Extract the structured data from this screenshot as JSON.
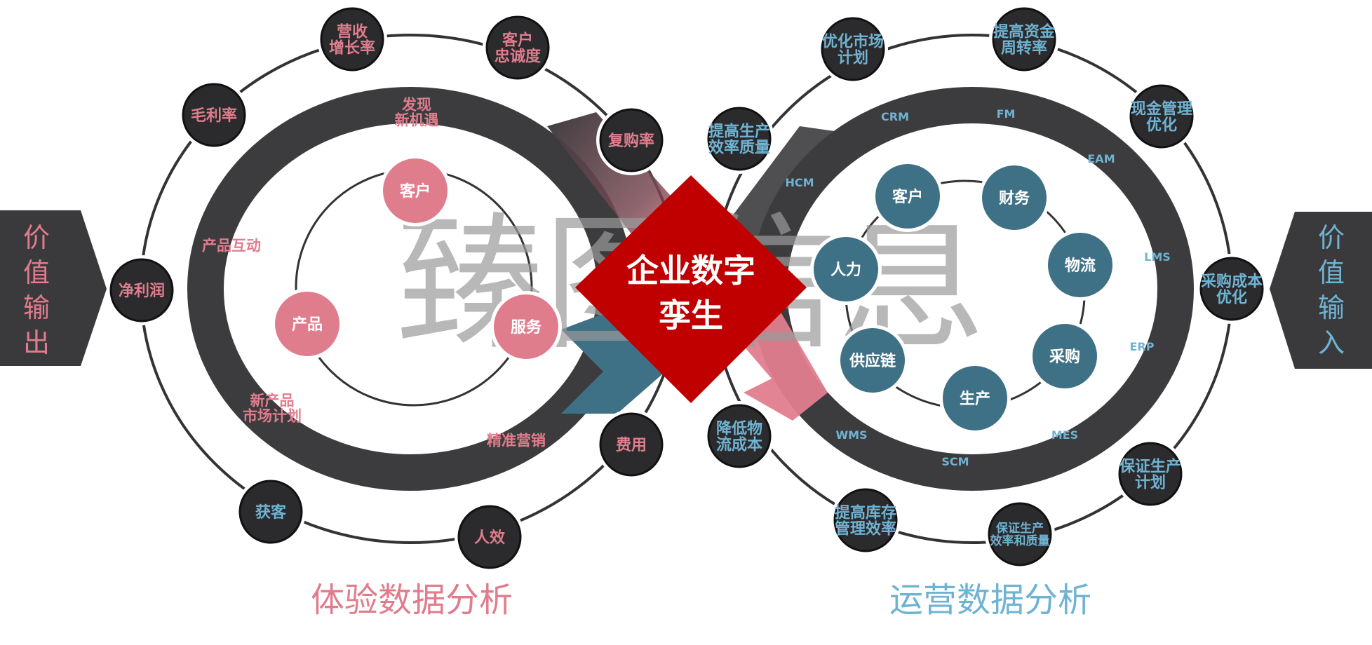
{
  "center": {
    "line1": "企业数字",
    "line2": "孪生"
  },
  "watermark": "臻图信息",
  "side_tabs": {
    "left": [
      "价",
      "值",
      "输",
      "出"
    ],
    "right": [
      "价",
      "值",
      "输",
      "入"
    ]
  },
  "section_titles": {
    "left": "体验数据分析",
    "right": "运营数据分析"
  },
  "left_outer_nodes": [
    {
      "lines": [
        "营收",
        "增长率"
      ],
      "color": "pink"
    },
    {
      "lines": [
        "客户",
        "忠诚度"
      ],
      "color": "pink"
    },
    {
      "lines": [
        "毛利率"
      ],
      "color": "pink"
    },
    {
      "lines": [
        "复购率"
      ],
      "color": "pink"
    },
    {
      "lines": [
        "净利润"
      ],
      "color": "pink"
    },
    {
      "lines": [
        "费用"
      ],
      "color": "pink"
    },
    {
      "lines": [
        "获客"
      ],
      "color": "blue"
    },
    {
      "lines": [
        "人效"
      ],
      "color": "pink"
    }
  ],
  "right_outer_nodes": [
    {
      "lines": [
        "优化市场",
        "计划"
      ],
      "color": "blue"
    },
    {
      "lines": [
        "提高资金",
        "周转率"
      ],
      "color": "blue"
    },
    {
      "lines": [
        "提高生产",
        "效率质量"
      ],
      "color": "blue"
    },
    {
      "lines": [
        "现金管理",
        "优化"
      ],
      "color": "blue"
    },
    {
      "lines": [
        "采购成本",
        "优化"
      ],
      "color": "blue"
    },
    {
      "lines": [
        "降低物",
        "流成本"
      ],
      "color": "blue"
    },
    {
      "lines": [
        "保证生产",
        "计划"
      ],
      "color": "blue"
    },
    {
      "lines": [
        "提高库存",
        "管理效率"
      ],
      "color": "blue"
    },
    {
      "lines": [
        "保证生产",
        "效率和质量"
      ],
      "color": "blue"
    }
  ],
  "left_loop_labels": [
    {
      "lines": [
        "发现",
        "新机遇"
      ]
    },
    {
      "lines": [
        "产品互动"
      ]
    },
    {
      "lines": [
        "新产品",
        "市场计划"
      ]
    },
    {
      "lines": [
        "精准营销"
      ]
    }
  ],
  "right_loop_labels": [
    "CRM",
    "FM",
    "EAM",
    "HCM",
    "LMS",
    "ERP",
    "WMS",
    "SCM",
    "MES"
  ],
  "left_inner_nodes": [
    "客户",
    "产品",
    "服务"
  ],
  "right_inner_nodes": [
    "客户",
    "财务",
    "人力",
    "物流",
    "供应链",
    "采购",
    "生产"
  ],
  "colors": {
    "loop_dark": "#3c3c3e",
    "node_dark": "#2b2b2d",
    "pink": "#e07d8d",
    "blue_text": "#6fb3d3",
    "teal": "#3f7186",
    "center_red": "#c00000",
    "tab_dark": "#3a3a3c"
  }
}
